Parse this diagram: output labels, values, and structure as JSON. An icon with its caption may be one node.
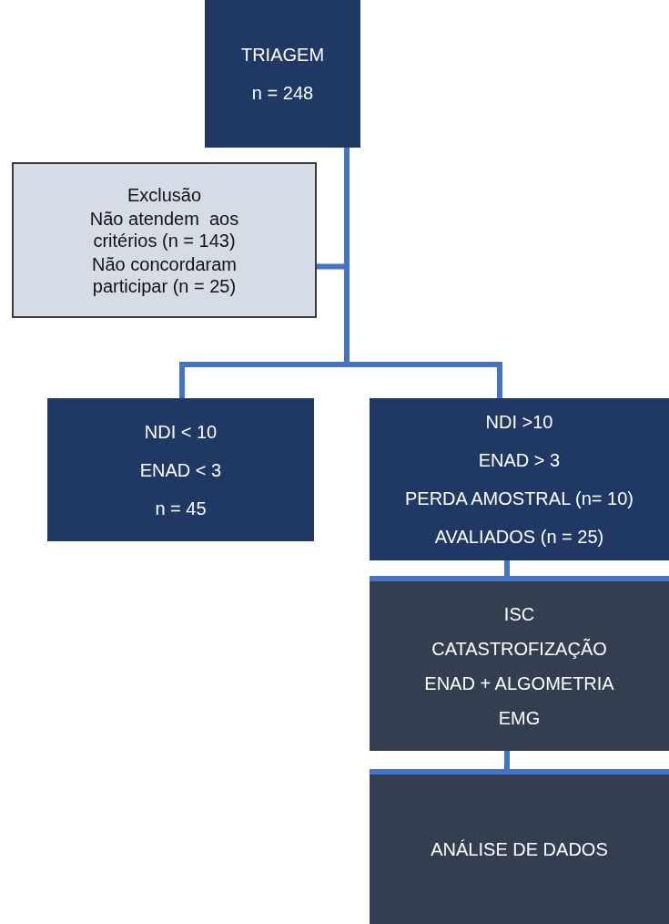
{
  "diagram": {
    "nodes": [
      {
        "text": [
          "TRIAGEM",
          "n = 248"
        ]
      },
      {
        "text": [
          "Exclusão",
          "Não atendem  aos critérios (n = 143)",
          "Não concordaram participar (n = 25)"
        ]
      },
      {
        "text": [
          "NDI < 10",
          "ENAD < 3",
          "n = 45"
        ]
      },
      {
        "text": [
          "NDI >10",
          "ENAD > 3",
          "PERDA AMOSTRAL (n= 10)",
          "AVALIADOS (n = 25)"
        ]
      },
      {
        "text": [
          "ISC",
          "CATASTROFIZAÇÃO",
          "ENAD + ALGOMETRIA",
          "EMG"
        ]
      },
      {
        "text": [
          "ANÁLISE DE DADOS"
        ]
      }
    ],
    "edges": [
      {
        "from": 0,
        "to": 1,
        "arrow": "none"
      },
      {
        "from": 0,
        "to": 2,
        "arrow": "none"
      },
      {
        "from": 0,
        "to": 3,
        "arrow": "none"
      },
      {
        "from": 3,
        "to": 4,
        "arrow": "none"
      },
      {
        "from": 4,
        "to": 5,
        "arrow": "none"
      }
    ]
  }
}
